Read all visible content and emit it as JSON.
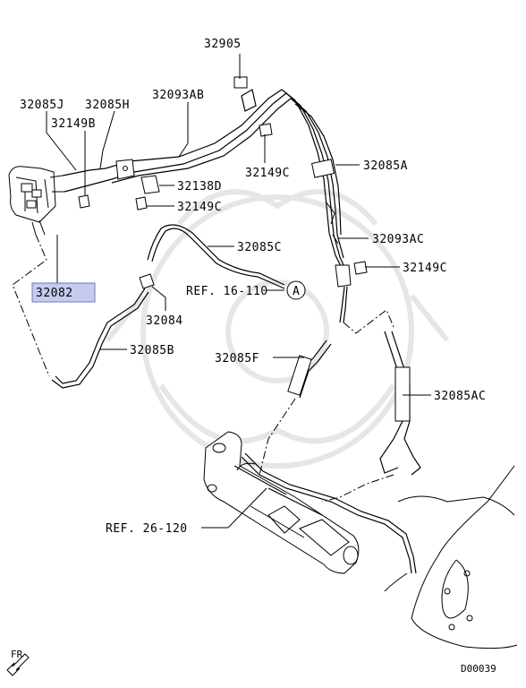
{
  "diagram": {
    "figure_code": "D00039",
    "direction_label": "FR",
    "part_labels": {
      "p32905": "32905",
      "p32085J": "32085J",
      "p32085H": "32085H",
      "p32093AB": "32093AB",
      "p32149B": "32149B",
      "p32149C_top": "32149C",
      "p32085A": "32085A",
      "p32138D": "32138D",
      "p32149C_mid": "32149C",
      "p32093AC": "32093AC",
      "p32085C": "32085C",
      "p32149C_right": "32149C",
      "p32082": "32082",
      "ref16": "REF. 16-110",
      "refA": "A",
      "p32084": "32084",
      "p32085B": "32085B",
      "p32085F": "32085F",
      "p32085AC": "32085AC",
      "ref26": "REF. 26-120"
    },
    "highlight_color": "#c6cbee",
    "highlight_border": "#6d74c4"
  }
}
